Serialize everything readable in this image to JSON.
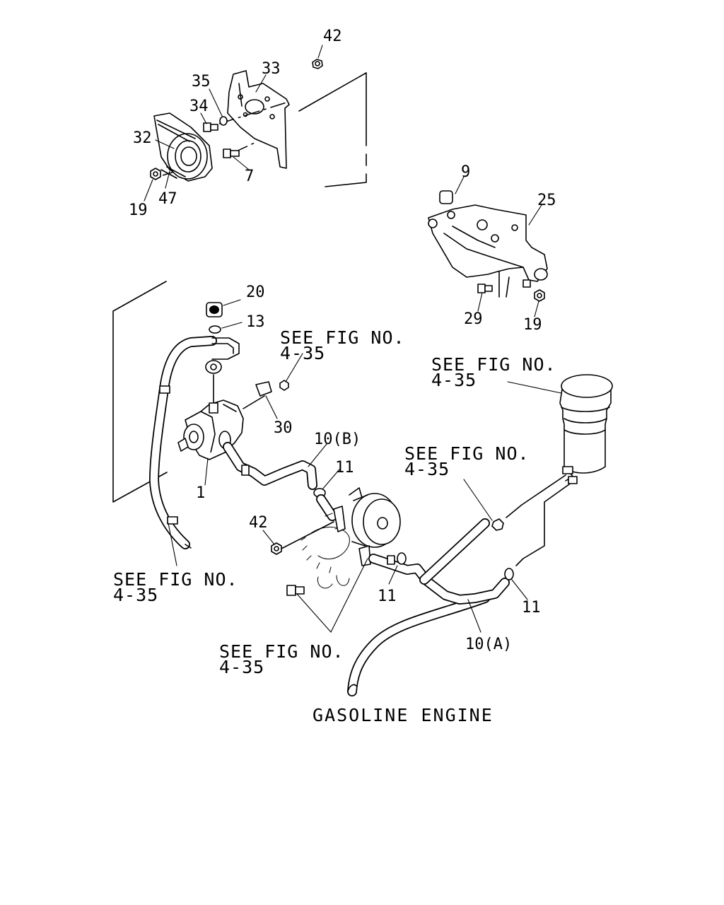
{
  "callouts": {
    "c42_top": "42",
    "c33": "33",
    "c35": "35",
    "c34": "34",
    "c32": "32",
    "c7": "7",
    "c19_left": "19",
    "c47": "47",
    "c9": "9",
    "c25": "25",
    "c29": "29",
    "c19_right": "19",
    "c20": "20",
    "c13": "13",
    "c30": "30",
    "c1": "1",
    "c10b": "10(B)",
    "c11_a": "11",
    "c42_mid": "42",
    "c11_b": "11",
    "c11_c": "11",
    "c10a": "10(A)"
  },
  "references": {
    "ref1_line1": "SEE FIG NO.",
    "ref1_line2": "4-35",
    "ref2_line1": "SEE FIG NO.",
    "ref2_line2": "4-35",
    "ref3_line1": "SEE FIG NO.",
    "ref3_line2": "4-35",
    "ref4_line1": "SEE FIG NO.",
    "ref4_line2": "4-35",
    "ref5_line1": "SEE FIG NO.",
    "ref5_line2": "4-35"
  },
  "caption": "GASOLINE ENGINE"
}
